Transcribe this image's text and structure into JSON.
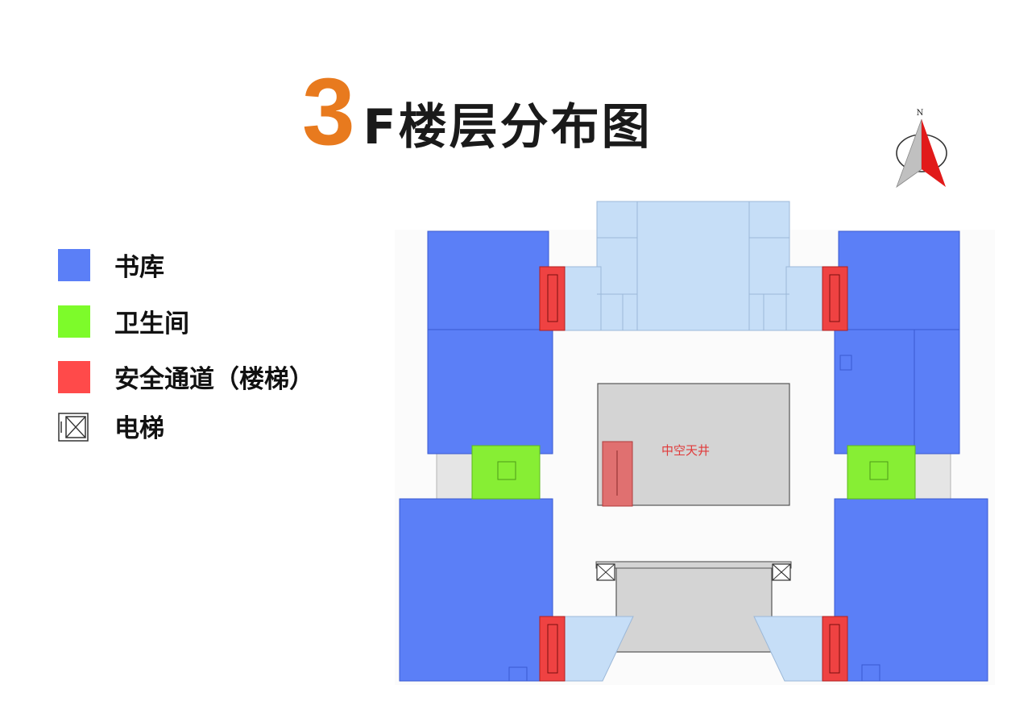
{
  "title": {
    "number": "3",
    "text": "F楼层分布图"
  },
  "compass": {
    "north_label": "N"
  },
  "legend": [
    {
      "label": "书库",
      "color": "#5b7ff7"
    },
    {
      "label": "卫生间",
      "color": "#7dfb2a"
    },
    {
      "label": "安全通道（楼梯）",
      "color": "#ff4a4a"
    },
    {
      "label": "电梯",
      "icon": "elevator-icon"
    }
  ],
  "plan": {
    "atrium_label": "中空天井",
    "colors": {
      "stacks": "#5b7ff7",
      "light_area": "#c6def7",
      "restroom": "#87ee34",
      "stairs": "#ef4242",
      "atrium": "#d4d4d4",
      "corridor": "#e5e5e5"
    }
  }
}
